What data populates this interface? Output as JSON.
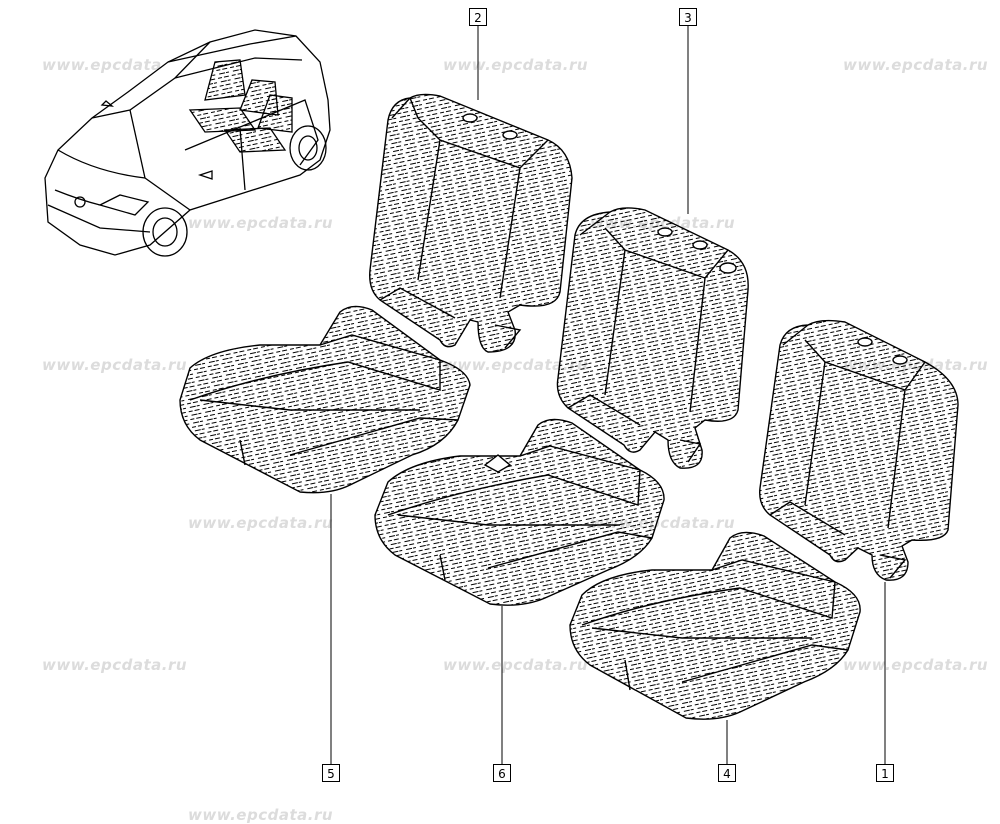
{
  "watermark": "www.epcdata.ru",
  "colors": {
    "line": "#000000",
    "watermark": "#dcdcdc",
    "background": "#ffffff"
  },
  "callouts": [
    {
      "id": "2",
      "label": "2"
    },
    {
      "id": "3",
      "label": "3"
    },
    {
      "id": "5",
      "label": "5"
    },
    {
      "id": "6",
      "label": "6"
    },
    {
      "id": "4",
      "label": "4"
    },
    {
      "id": "1",
      "label": "1"
    }
  ],
  "parts": [
    {
      "callout": "2",
      "name": "seatback-left"
    },
    {
      "callout": "3",
      "name": "seatback-center"
    },
    {
      "callout": "1",
      "name": "seatback-right"
    },
    {
      "callout": "5",
      "name": "seat-cushion-left"
    },
    {
      "callout": "6",
      "name": "seat-cushion-center"
    },
    {
      "callout": "4",
      "name": "seat-cushion-right"
    }
  ]
}
